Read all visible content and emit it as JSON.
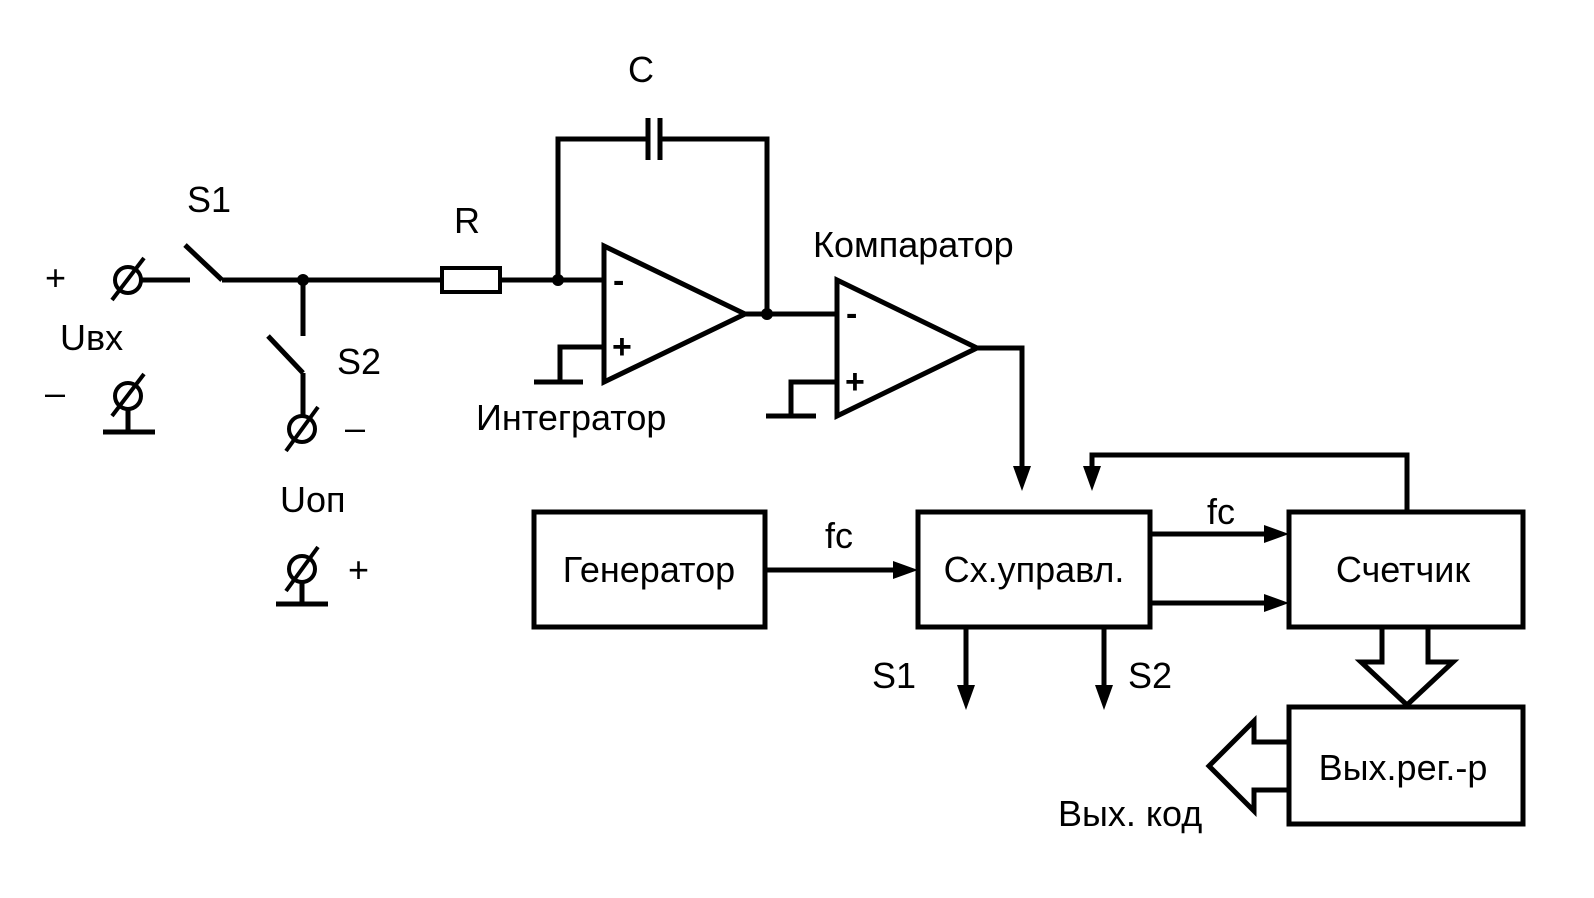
{
  "labels": {
    "capacitor": "C",
    "resistor": "R",
    "switch1": "S1",
    "switch2": "S2",
    "input_voltage": "Uвх",
    "input_plus": "+",
    "input_minus": "–",
    "reference_voltage": "Uоп",
    "reference_minus": "–",
    "reference_plus": "+",
    "integrator": "Интегратор",
    "comparator": "Компаратор",
    "integrator_inv": "-",
    "integrator_noninv": "+",
    "comparator_inv": "-",
    "comparator_noninv": "+",
    "clock_freq_generator": "fc",
    "clock_freq_counter": "fc",
    "control_out_s1": "S1",
    "control_out_s2": "S2",
    "output_code": "Вых. код"
  },
  "blocks": {
    "generator": "Генератор",
    "control": "Сх.управл.",
    "counter": "Счетчик",
    "output_register": "Вых.рег.-р"
  }
}
